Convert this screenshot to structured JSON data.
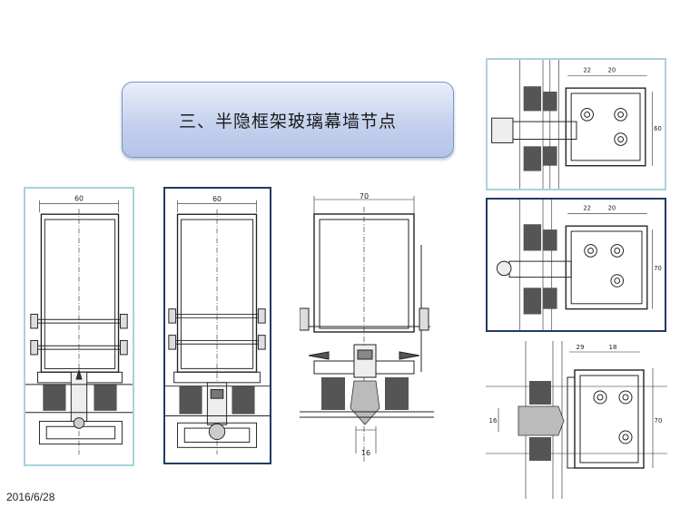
{
  "slide": {
    "title": "三、半隐框架玻璃幕墙节点",
    "date": "2016/6/28"
  },
  "drawings": [
    {
      "dim_top": "60"
    },
    {
      "dim_top": "60"
    },
    {
      "dim_top": "70",
      "dim_bottom": "16"
    },
    {
      "dim_a": "22",
      "dim_b": "20",
      "dim_side": "60"
    },
    {
      "dim_a": "22",
      "dim_b": "20",
      "dim_side": "70"
    },
    {
      "dim_a": "29",
      "dim_b": "18",
      "dim_left": "16",
      "dim_side": "70"
    }
  ],
  "colors": {
    "title_fill": "#c5d2ee",
    "frame_light": "#a8d3dc",
    "frame_dark": "#1f3b63"
  }
}
